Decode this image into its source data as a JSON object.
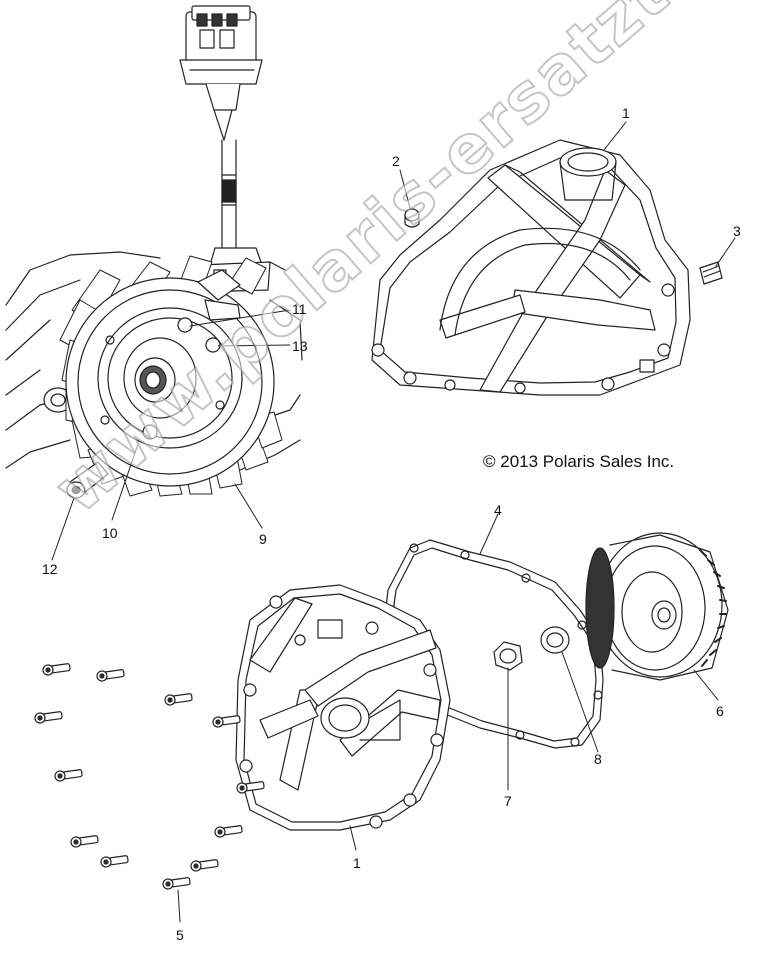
{
  "copyright": "© 2013 Polaris Sales Inc.",
  "watermark": "www.polaris-ersatzteile.de",
  "callouts": {
    "c1_top": "1",
    "c2": "2",
    "c3": "3",
    "c11": "11",
    "c13": "13",
    "c10": "10",
    "c9": "9",
    "c12": "12",
    "c4": "4",
    "c6": "6",
    "c8": "8",
    "c7": "7",
    "c1_bottom": "1",
    "c5": "5"
  }
}
